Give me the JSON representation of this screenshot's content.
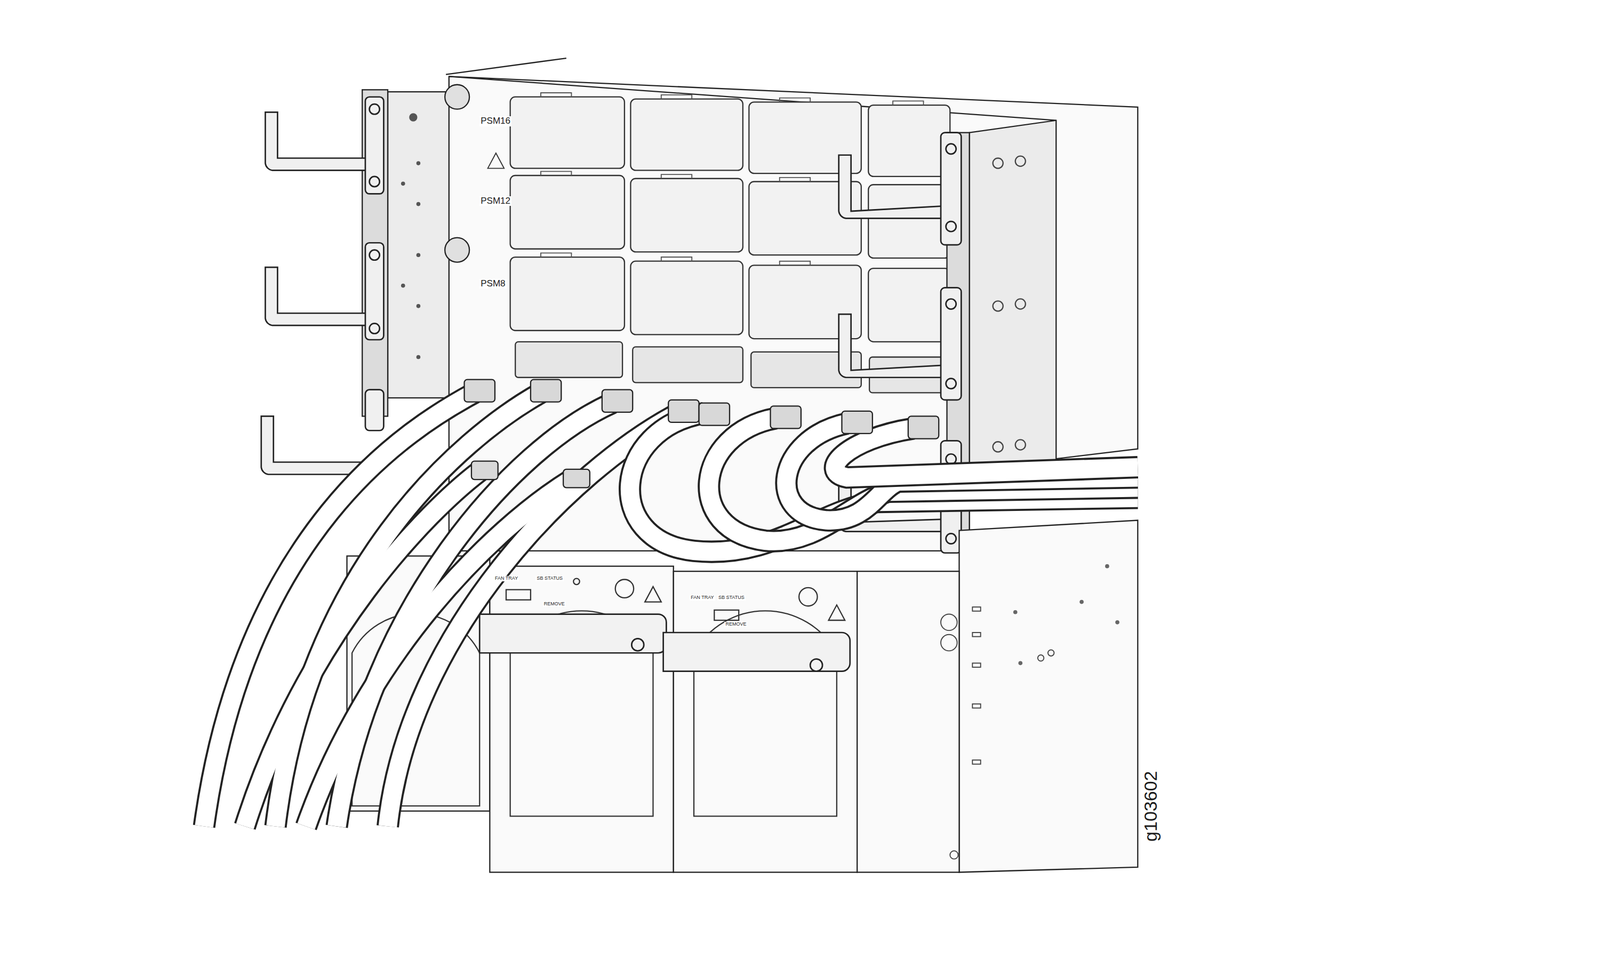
{
  "diagram": {
    "labels": [
      "PSM16",
      "PSM12",
      "PSM8",
      "FAN TRAY",
      "SB STATUS",
      "REMOVE",
      "FAN TRAY",
      "SB STATUS",
      "REMOVE",
      "g103602"
    ]
  }
}
